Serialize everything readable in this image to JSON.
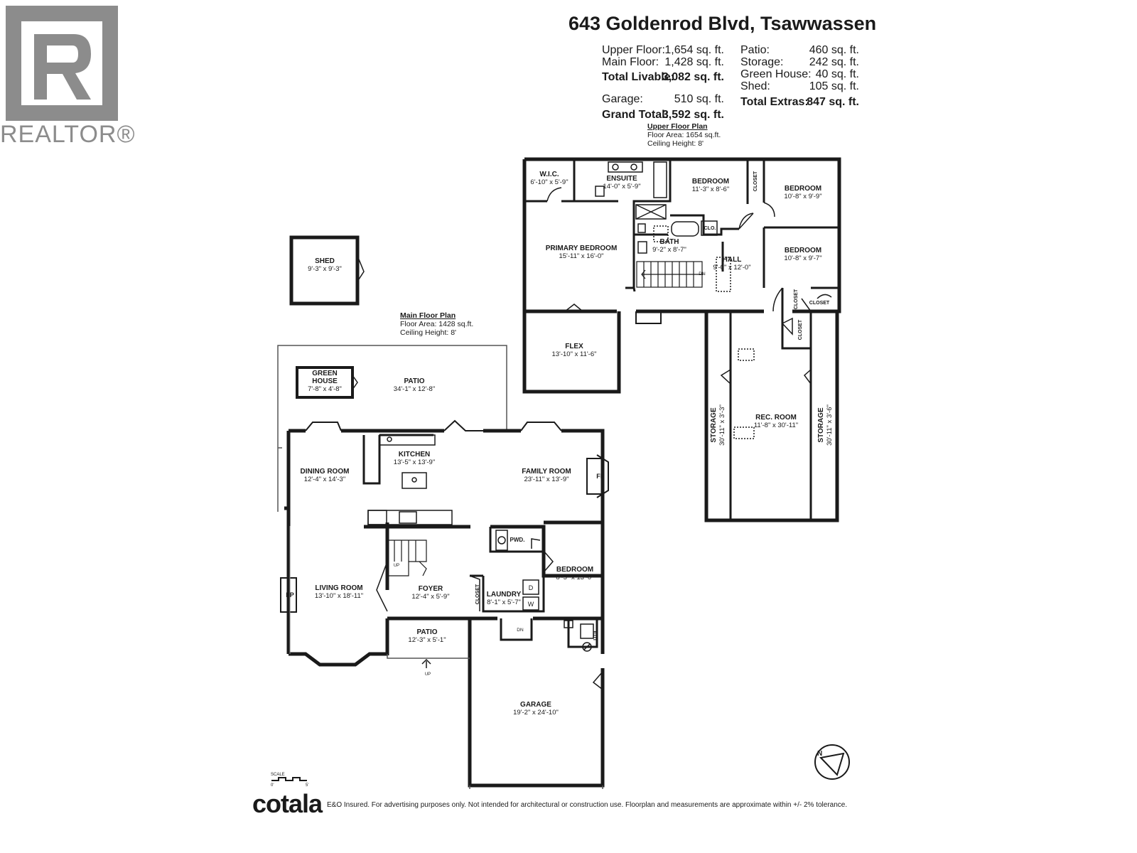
{
  "brand": {
    "realtor_label": "REALTOR®",
    "footer_brand": "cotala",
    "footer_note": "E&O Insured. For advertising purposes only. Not intended for architectural or construction use. Floorplan and measurements are approximate within +/- 2% tolerance."
  },
  "title": "643 Goldenrod Blvd, Tsawwassen",
  "areas_left": [
    {
      "label": "Upper Floor:",
      "value": "1,654 sq. ft."
    },
    {
      "label": "Main Floor:",
      "value": "1,428 sq. ft."
    },
    {
      "label": "Total Livable:",
      "value": "3,082 sq. ft."
    },
    {
      "label": "Garage:",
      "value": "510 sq. ft."
    },
    {
      "label": "Grand Total:",
      "value": "3,592 sq. ft."
    }
  ],
  "areas_right": [
    {
      "label": "Patio:",
      "value": "460 sq. ft."
    },
    {
      "label": "Storage:",
      "value": "242 sq. ft."
    },
    {
      "label": "Green House:",
      "value": "40 sq. ft."
    },
    {
      "label": "Shed:",
      "value": "105 sq. ft."
    },
    {
      "label": "Total Extras:",
      "value": "847 sq. ft."
    }
  ],
  "upper_plan": {
    "title": "Upper Floor Plan",
    "area": "Floor Area: 1654 sq.ft.",
    "ceiling": "Ceiling Height: 8'"
  },
  "main_plan": {
    "title": "Main Floor Plan",
    "area": "Floor Area: 1428 sq.ft.",
    "ceiling": "Ceiling Height: 8'"
  },
  "rooms": {
    "wic": {
      "name": "W.I.C.",
      "dim": "6'-10\" x 5'-9\""
    },
    "ensuite": {
      "name": "ENSUITE",
      "dim": "14'-0\" x 5'-9\""
    },
    "bedroom_up1": {
      "name": "BEDROOM",
      "dim": "11'-3\" x 8'-6\""
    },
    "bedroom_up2": {
      "name": "BEDROOM",
      "dim": "10'-8\" x 9'-9\""
    },
    "bedroom_up3": {
      "name": "BEDROOM",
      "dim": "10'-8\" x 9'-7\""
    },
    "primary": {
      "name": "PRIMARY BEDROOM",
      "dim": "15'-11\" x 16'-0\""
    },
    "bath": {
      "name": "BATH",
      "dim": "9'-2\" x 8'-7\""
    },
    "hall": {
      "name": "HALL",
      "dim": "9'-0\" x 12'-0\""
    },
    "flex": {
      "name": "FLEX",
      "dim": "13'-10\" x 11'-6\""
    },
    "storage1": {
      "name": "STORAGE",
      "dim": "30'-11\" x 3'-3\""
    },
    "rec": {
      "name": "REC. ROOM",
      "dim": "11'-8\" x 30'-11\""
    },
    "storage2": {
      "name": "STORAGE",
      "dim": "30'-11\" x 3'-6\""
    },
    "shed": {
      "name": "SHED",
      "dim": "9'-3\" x 9'-3\""
    },
    "greenhouse": {
      "name1": "GREEN",
      "name2": "HOUSE",
      "dim": "7'-8\" x 4'-8\""
    },
    "patio_back": {
      "name": "PATIO",
      "dim": "34'-1\" x 12'-8\""
    },
    "kitchen": {
      "name": "KITCHEN",
      "dim": "13'-5\" x 13'-9\""
    },
    "dining": {
      "name": "DINING ROOM",
      "dim": "12'-4\" x 14'-3\""
    },
    "family": {
      "name": "FAMILY ROOM",
      "dim": "23'-11\" x 13'-9\""
    },
    "living": {
      "name": "LIVING ROOM",
      "dim": "13'-10\" x 18'-11\""
    },
    "foyer": {
      "name": "FOYER",
      "dim": "12'-4\" x 5'-9\""
    },
    "laundry": {
      "name": "LAUNDRY",
      "dim": "8'-1\" x 5'-7\""
    },
    "bedroom_main": {
      "name": "BEDROOM",
      "dim": "8'-5\" x 13'-0\""
    },
    "patio_front": {
      "name": "PATIO",
      "dim": "12'-3\" x 5'-1\""
    },
    "garage": {
      "name": "GARAGE",
      "dim": "19'-2\" x 24'-10\""
    }
  },
  "labels": {
    "closet": "CLOSET",
    "clo": "CLO.",
    "pwd": "PWD.",
    "util": "UTIL.",
    "fp": "FP",
    "dn": "DN",
    "up": "UP",
    "d": "D",
    "w": "W",
    "north": "N",
    "scale": "SCALE",
    "scale_0": "0'",
    "scale_5": "5'"
  }
}
